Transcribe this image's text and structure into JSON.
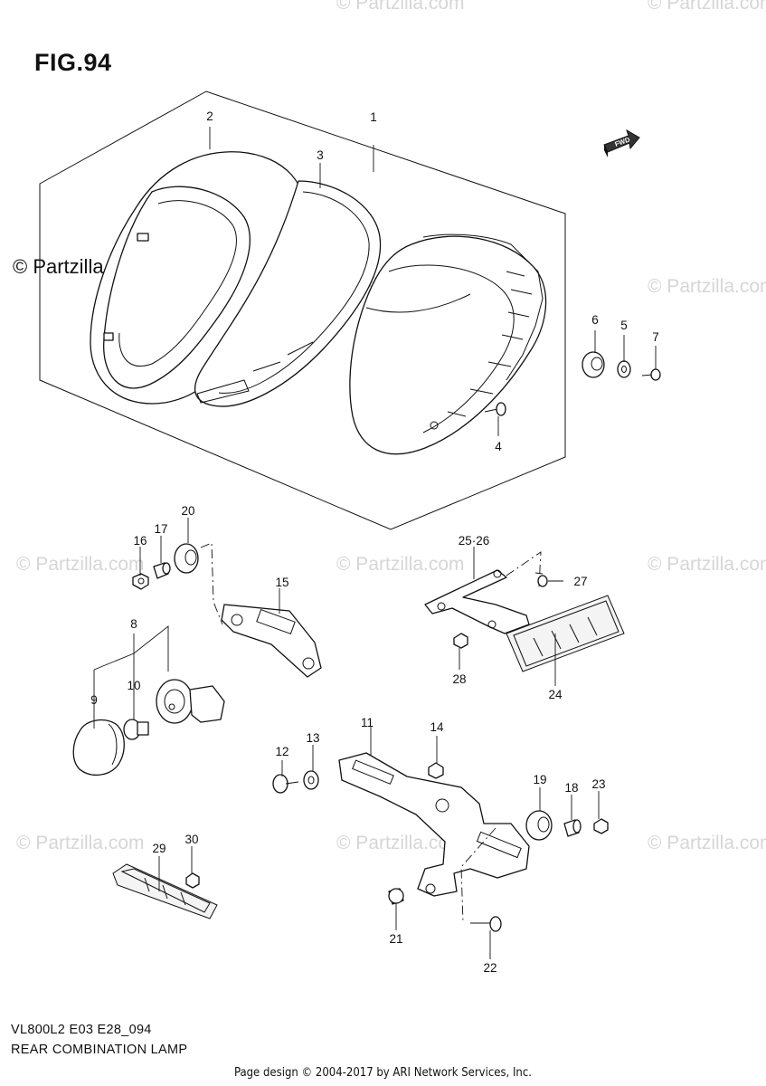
{
  "figure": {
    "title": "FIG.94",
    "model_code": "VL800L2 E03 E28_094",
    "description": "REAR COMBINATION LAMP",
    "fwd_label": "FWD"
  },
  "watermarks": {
    "primary": "© Partzilla.com",
    "repeated": "© Partzilla.com"
  },
  "footer": {
    "credit": "Page design © 2004-2017 by ARI Network Services, Inc."
  },
  "callouts": [
    "1",
    "2",
    "3",
    "4",
    "5",
    "6",
    "7",
    "8",
    "9",
    "10",
    "11",
    "12",
    "13",
    "14",
    "15",
    "16",
    "17",
    "18",
    "19",
    "20",
    "21",
    "22",
    "23",
    "24",
    "25·26",
    "27",
    "28",
    "29",
    "30"
  ]
}
